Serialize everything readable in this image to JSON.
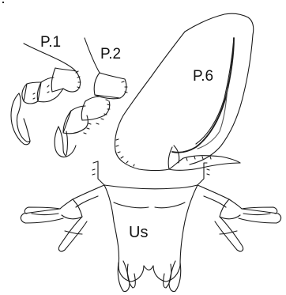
{
  "labels": {
    "p1": "P.1",
    "p2": "P.2",
    "p6": "P.6",
    "us": "Us"
  },
  "colors": {
    "ink": "#1a1a1a",
    "background": "#ffffff"
  }
}
